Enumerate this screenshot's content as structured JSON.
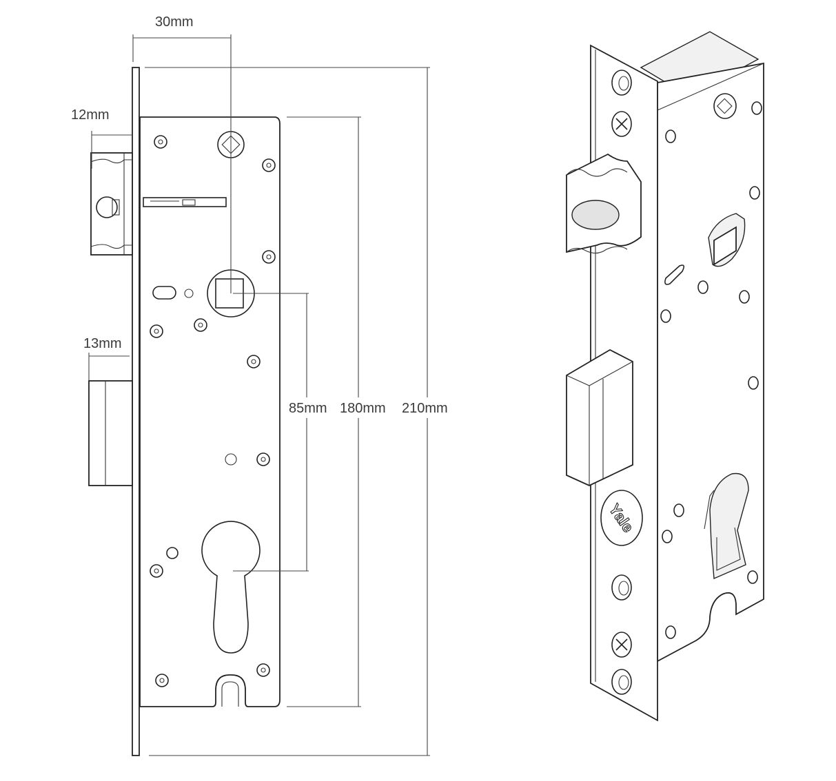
{
  "dimensions": {
    "backset": "30mm",
    "forend_thickness": "12mm",
    "deadbolt_projection": "13mm",
    "centers": "85mm",
    "case_height": "180mm",
    "forend_height": "210mm"
  },
  "brand": "Yale"
}
